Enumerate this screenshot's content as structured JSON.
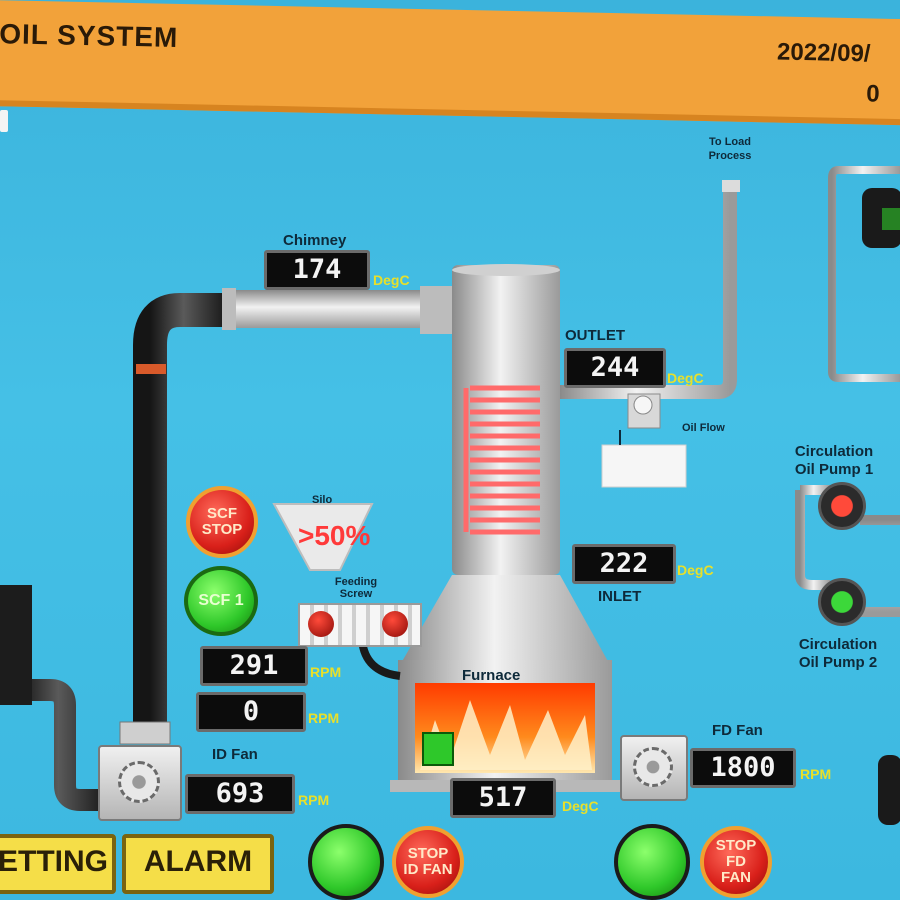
{
  "header": {
    "title": "OIL SYSTEM",
    "date": "2022/09/",
    "time": "0"
  },
  "labels": {
    "to_load": "To Load Process",
    "chimney": "Chimney",
    "outlet": "OUTLET",
    "oil_flow": "Oil Flow",
    "inlet": "INLET",
    "circ_pump_1": "Circulation Oil Pump 1",
    "circ_pump_2": "Circulation Oil Pump 2",
    "silo": "Silo",
    "feeding_screw": "Feeding Screw",
    "furnace": "Furnace",
    "id_fan": "ID Fan",
    "fd_fan": "FD Fan"
  },
  "readouts": {
    "chimney_temp": "174",
    "outlet_temp": "244",
    "inlet_temp": "222",
    "screw_rpm_1": "291",
    "screw_rpm_2": "0",
    "id_fan_rpm": "693",
    "furnace_temp": "517",
    "fd_fan_rpm": "1800",
    "silo_level": ">50%"
  },
  "units": {
    "degc": "DegC",
    "rpm": "RPM"
  },
  "buttons": {
    "scf_stop": "SCF STOP",
    "scf1": "SCF 1",
    "stop_id_fan": "STOP ID FAN",
    "stop_fd_fan": "STOP FD FAN",
    "setting": "ETTING",
    "alarm": "ALARM"
  },
  "colors": {
    "background": "#45c0e6",
    "header": "#f2a23a",
    "unit_text": "#e8e02a",
    "stop_red": "#d9201a",
    "run_green": "#2fc82a"
  }
}
